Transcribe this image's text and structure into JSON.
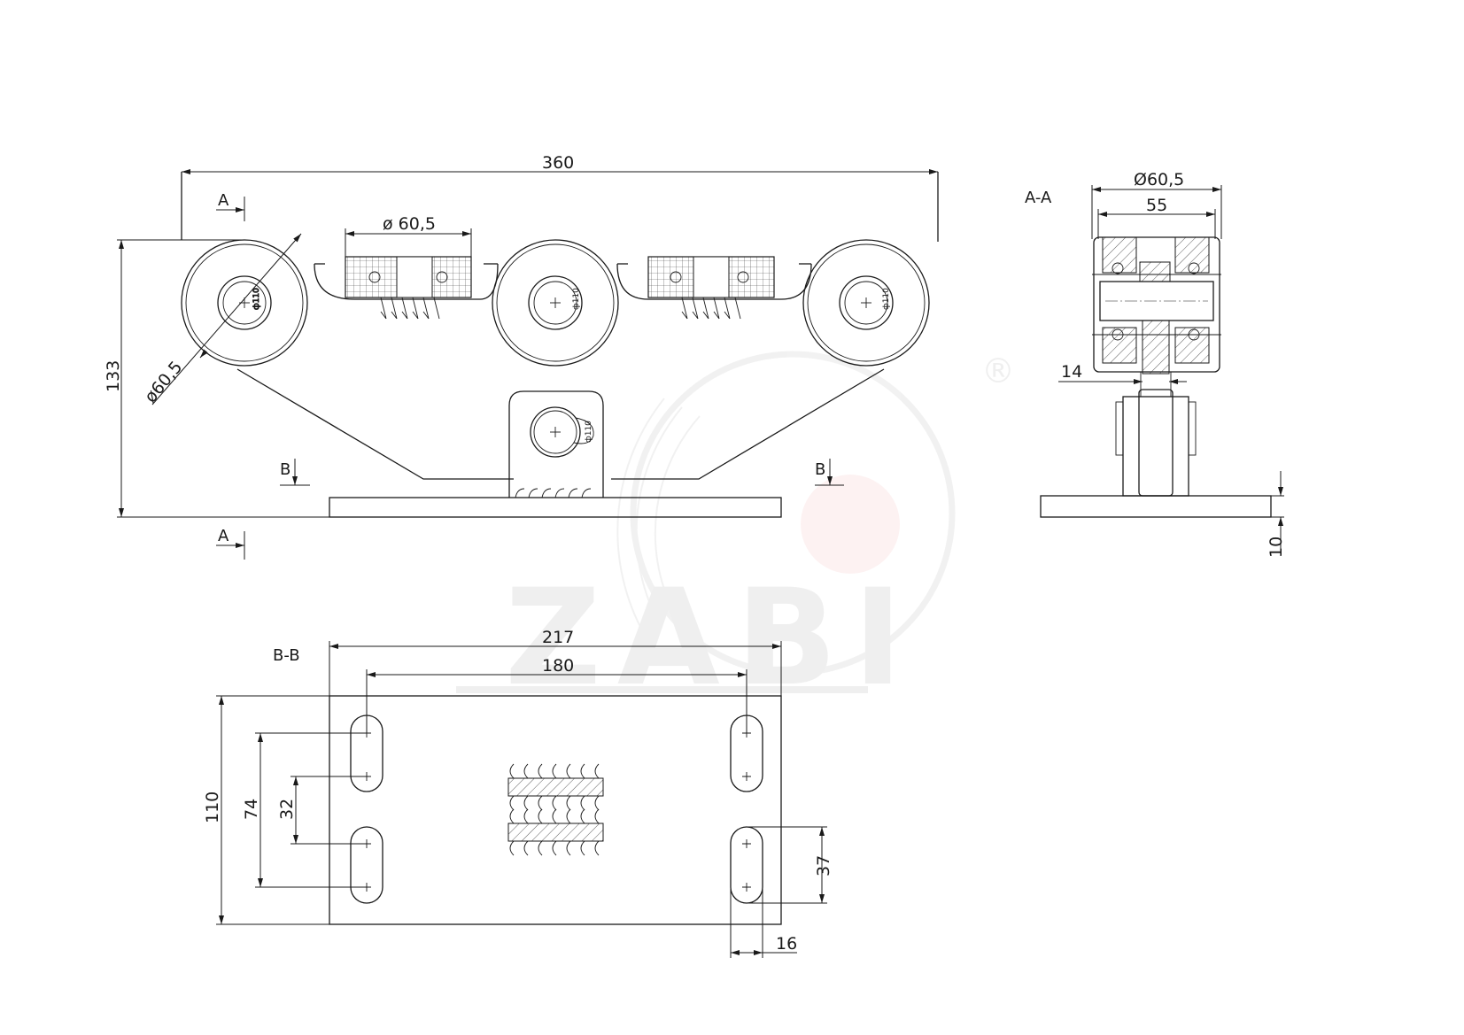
{
  "watermark": {
    "text": "ZABI",
    "registered_mark": "®",
    "colors": {
      "ring": "#9a9a9a",
      "dot": "#f0a0a0",
      "letters": "#8a8a8a"
    }
  },
  "front_view": {
    "overall_length": "360",
    "height": "133",
    "roller_diameter": "Ø60,5",
    "bearing_diameter": "ø 60,5",
    "bearing_diameter_rotated": "ø60,5",
    "roller_marking": "ф110",
    "section_a_top": "A",
    "section_a_bottom": "A",
    "section_b_left": "B",
    "section_b_right": "B"
  },
  "section_aa": {
    "title": "A-A",
    "outer_diameter": "Ø60,5",
    "width": "55",
    "shaft_gap": "14",
    "plate_thickness": "10"
  },
  "section_bb": {
    "title": "B-B",
    "plate_length": "217",
    "hole_spacing": "180",
    "plate_width": "110",
    "slot_outer_span": "74",
    "slot_inner_span": "32",
    "slot_length": "37",
    "slot_width": "16"
  }
}
